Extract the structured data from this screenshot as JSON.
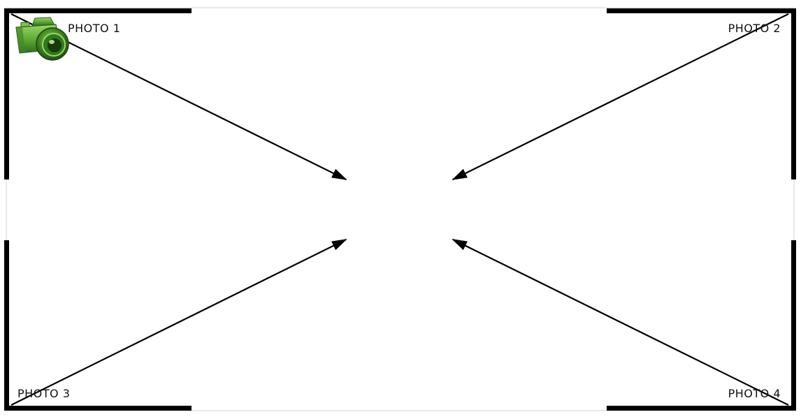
{
  "labels": {
    "photo_1": "PHOTO 1",
    "photo_2": "PHOTO 2",
    "photo_3": "PHOTO 3",
    "photo_4": "PHOTO 4"
  },
  "icons": {
    "camera": "camera-icon"
  },
  "colors": {
    "frame": "#000000",
    "border": "#d0d0d0",
    "camera_body": "#5aa832",
    "camera_dark": "#2f6e1e",
    "camera_light": "#9bd465"
  }
}
